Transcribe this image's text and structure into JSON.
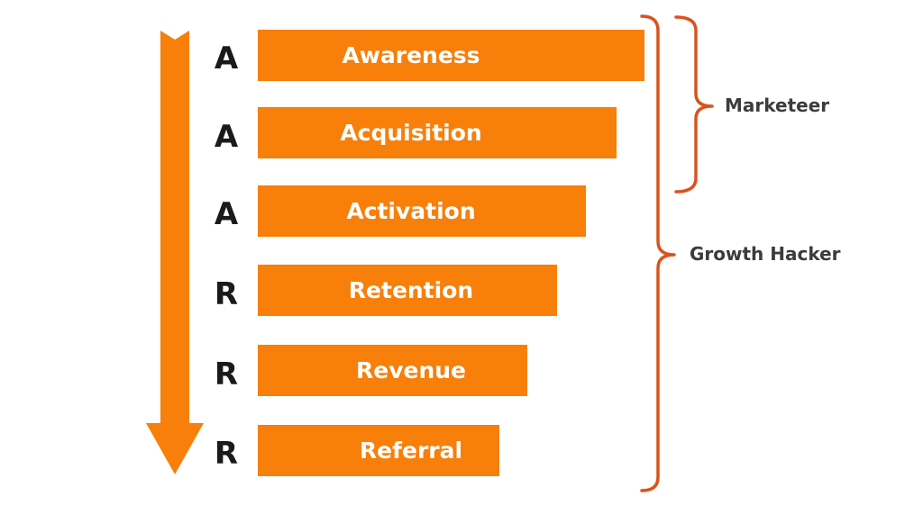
{
  "colors": {
    "accent": "#f77f0a",
    "bracket": "#d9531e",
    "text_dark": "#1a1a1a",
    "text_label": "#3c3c3c"
  },
  "stages": [
    {
      "letter": "A",
      "label": "Awareness"
    },
    {
      "letter": "A",
      "label": "Acquisition"
    },
    {
      "letter": "A",
      "label": "Activation"
    },
    {
      "letter": "R",
      "label": "Retention"
    },
    {
      "letter": "R",
      "label": "Revenue"
    },
    {
      "letter": "R",
      "label": "Referral"
    }
  ],
  "groups": {
    "marketeer": "Marketeer",
    "growth_hacker": "Growth Hacker"
  }
}
